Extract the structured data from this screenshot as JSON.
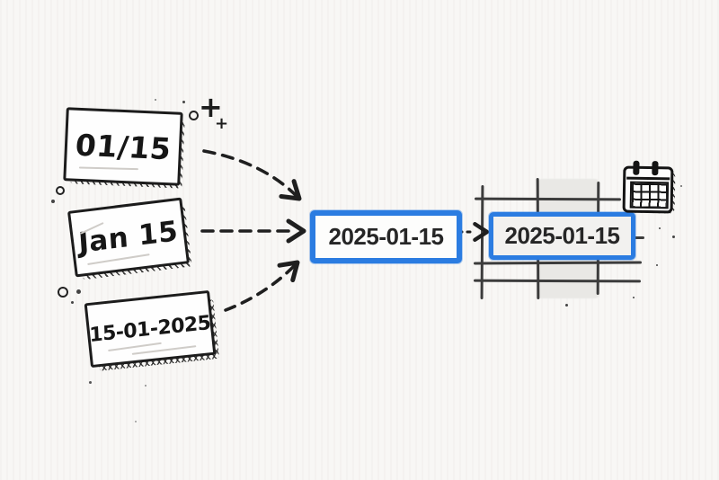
{
  "notes": [
    {
      "label": "01/15"
    },
    {
      "label": "Jan 15"
    },
    {
      "label": "15-01-2025"
    }
  ],
  "normalized": {
    "value": "2025-01-15"
  },
  "table": {
    "cell_value": "2025-01-15"
  },
  "icons": {
    "calendar": "calendar-icon",
    "arrow": "dashed-arrow-icon",
    "plus_glyph": "+"
  },
  "colors": {
    "accent_blue": "#2b7ce1",
    "ink": "#1c1c1c",
    "paper": "#f8f7f5",
    "grid_line": "#3c3c3c",
    "column_shade": "#e9e8e5"
  }
}
